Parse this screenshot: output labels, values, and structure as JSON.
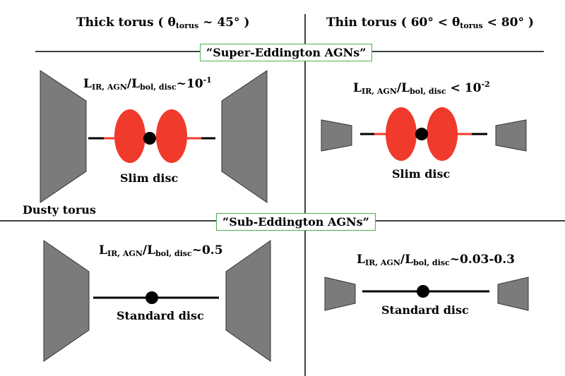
{
  "header": {
    "thick": {
      "pre": "Thick torus (  θ",
      "sub": "torus",
      "post": "  ~  45°  )"
    },
    "thin": {
      "pre": "Thin  torus ( 60°  < θ",
      "sub": "torus",
      "post": " < 80°  )"
    }
  },
  "banners": {
    "super": "“Super-Eddington AGNs”",
    "sub": "“Sub-Eddington AGNs”"
  },
  "panels": {
    "super_thick": {
      "l": "L",
      "l_sub": "IR, AGN",
      "mid": "/L",
      "mid_sub": "bol, disc",
      "rel": "~10",
      "sup": "-1",
      "disc": "Slim disc"
    },
    "super_thin": {
      "l": "L",
      "l_sub": "IR, AGN",
      "mid": "/L",
      "mid_sub": "bol, disc",
      "rel": " < 10",
      "sup": "-2",
      "disc": "Slim disc"
    },
    "sub_thick": {
      "l": "L",
      "l_sub": "IR, AGN",
      "mid": "/L",
      "mid_sub": "bol, disc",
      "rel": "~0.5",
      "disc": "Standard disc"
    },
    "sub_thin": {
      "l": "L",
      "l_sub": "IR, AGN",
      "mid": "/L",
      "mid_sub": "bol, disc",
      "rel": "~0.03-0.3",
      "disc": "Standard disc"
    }
  },
  "torus_label": "Dusty torus",
  "colors": {
    "torus": "#7b7b7b",
    "slim_disc": "#f03a2b",
    "line": "#000000",
    "banner_border": "#4caf50"
  }
}
